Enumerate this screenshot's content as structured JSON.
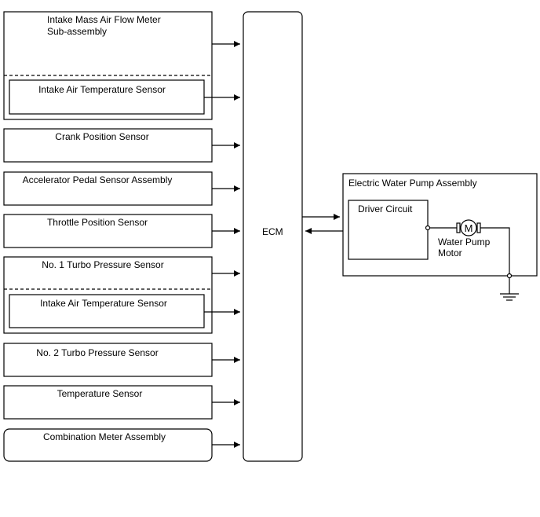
{
  "ecm": {
    "label": "ECM"
  },
  "inputs": {
    "maf_sub_assembly": {
      "line1": "Intake Mass Air Flow Meter",
      "line2": "Sub-assembly"
    },
    "maf_iat_sensor": "Intake Air Temperature Sensor",
    "crank_position_sensor": "Crank Position Sensor",
    "accelerator_pedal_sensor": "Accelerator Pedal Sensor Assembly",
    "throttle_position_sensor": "Throttle Position Sensor",
    "turbo1_pressure_sensor": "No. 1 Turbo Pressure Sensor",
    "turbo1_iat_sensor": "Intake Air Temperature Sensor",
    "turbo2_pressure_sensor": "No. 2 Turbo Pressure Sensor",
    "temperature_sensor": "Temperature Sensor",
    "combination_meter": "Combination Meter Assembly"
  },
  "pump_assembly": {
    "title": "Electric Water Pump Assembly",
    "driver_circuit": "Driver Circuit",
    "motor_line1": "Water Pump",
    "motor_line2": "Motor",
    "motor_symbol": "M"
  }
}
